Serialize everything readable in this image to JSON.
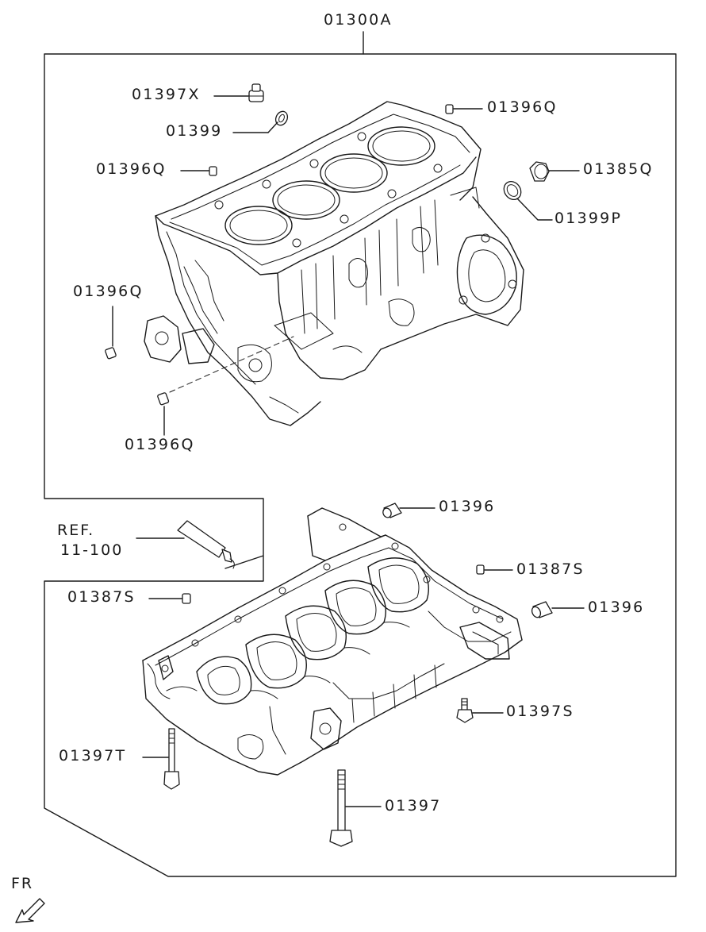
{
  "assembly": {
    "label": "01300A"
  },
  "callouts": [
    {
      "id": "c01397X",
      "label": "01397X"
    },
    {
      "id": "c01399",
      "label": "01399"
    },
    {
      "id": "c01396Q_a",
      "label": "01396Q"
    },
    {
      "id": "c01396Q_b",
      "label": "01396Q"
    },
    {
      "id": "c01385Q",
      "label": "01385Q"
    },
    {
      "id": "c01399P",
      "label": "01399P"
    },
    {
      "id": "c01396Q_c",
      "label": "01396Q"
    },
    {
      "id": "c01396Q_d",
      "label": "01396Q"
    },
    {
      "id": "c01396_a",
      "label": "01396"
    },
    {
      "id": "c01387S_a",
      "label": "01387S"
    },
    {
      "id": "c01387S_b",
      "label": "01387S"
    },
    {
      "id": "c01396_b",
      "label": "01396"
    },
    {
      "id": "c01397S",
      "label": "01397S"
    },
    {
      "id": "c01397T",
      "label": "01397T"
    },
    {
      "id": "c01397",
      "label": "01397"
    }
  ],
  "reference": {
    "line1": "REF.",
    "line2": "11-100"
  },
  "orientation": {
    "label": "FR"
  }
}
